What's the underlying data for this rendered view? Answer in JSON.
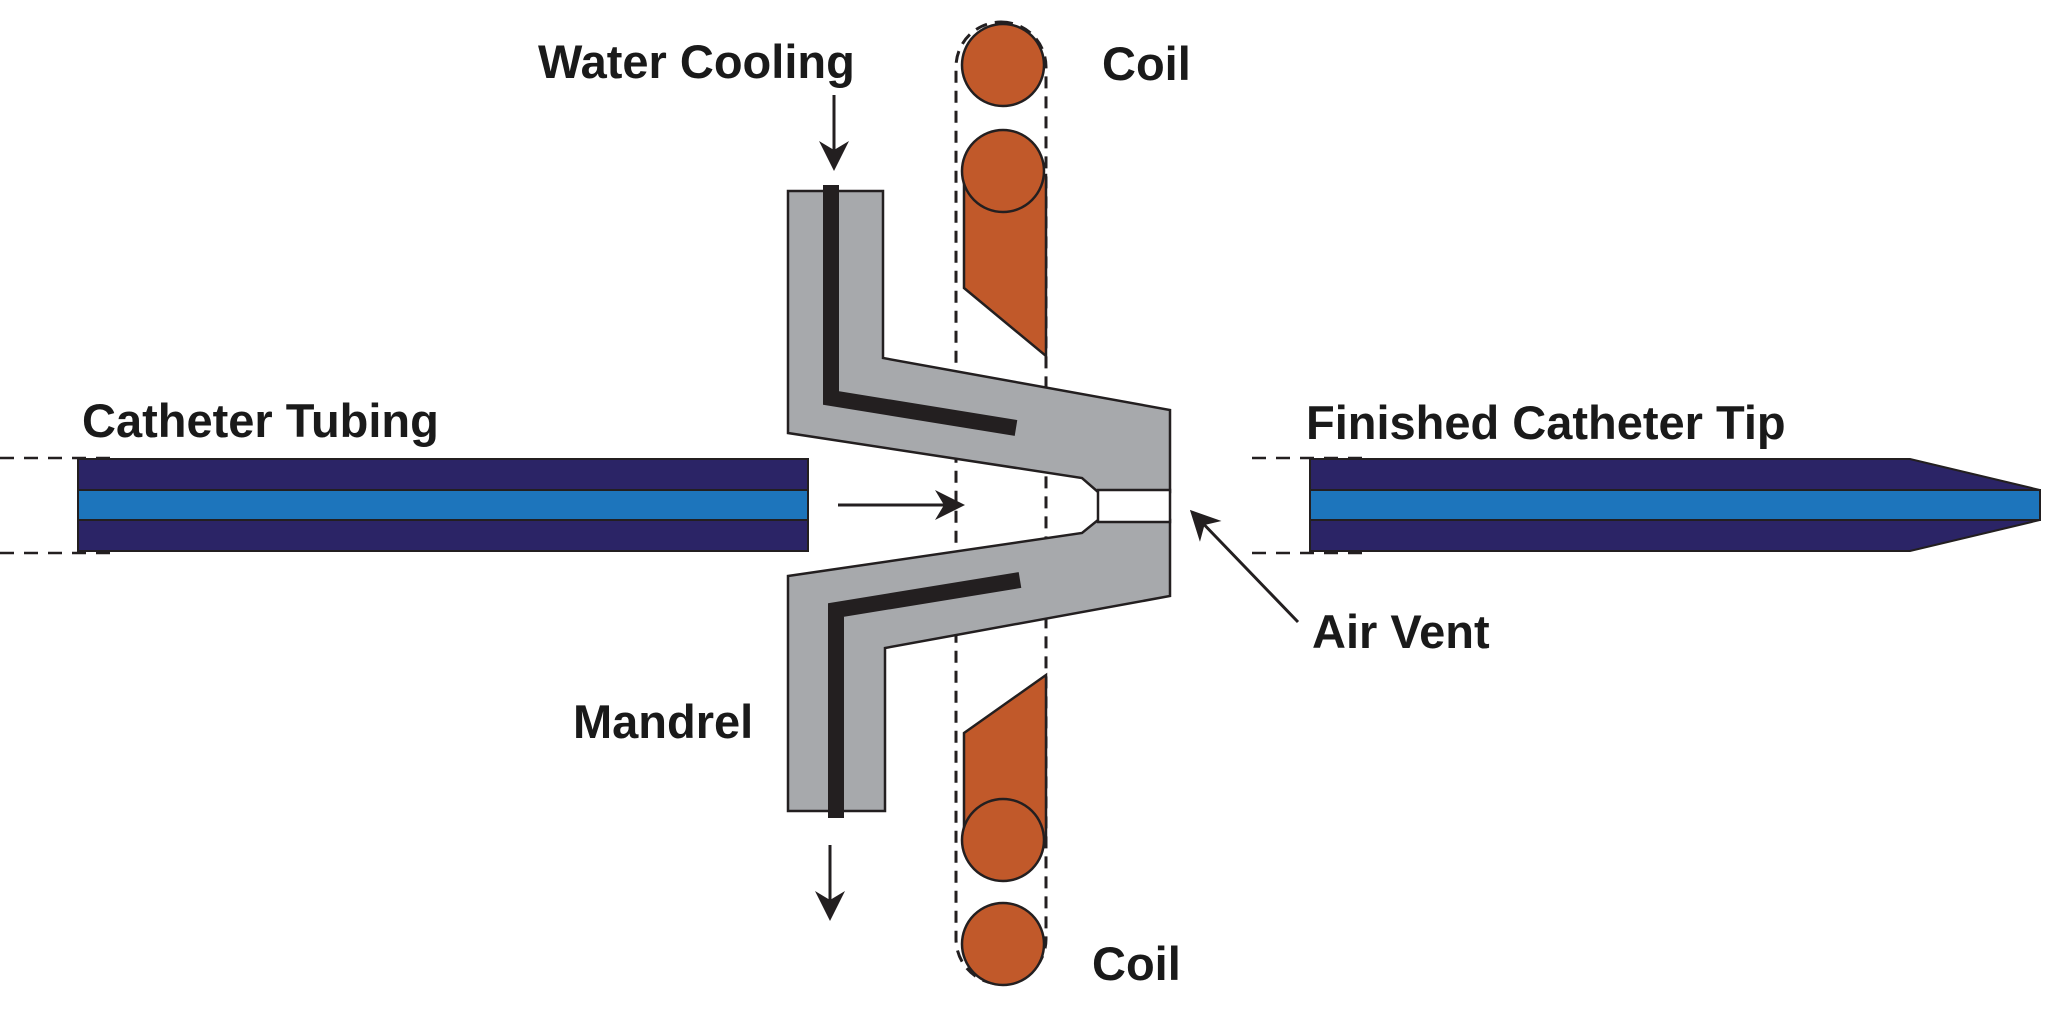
{
  "labels": {
    "water_cooling": "Water Cooling",
    "coil_top": "Coil",
    "coil_bottom": "Coil",
    "catheter_tubing": "Catheter Tubing",
    "finished_tip": "Finished Catheter Tip",
    "air_vent": "Air Vent",
    "mandrel": "Mandrel"
  },
  "colors": {
    "tube_outer": "#2b2466",
    "tube_inner": "#1d75bc",
    "die": "#a7a9ac",
    "coil": "#c1592a",
    "mandrel": "#231f20",
    "outline": "#231f20"
  }
}
